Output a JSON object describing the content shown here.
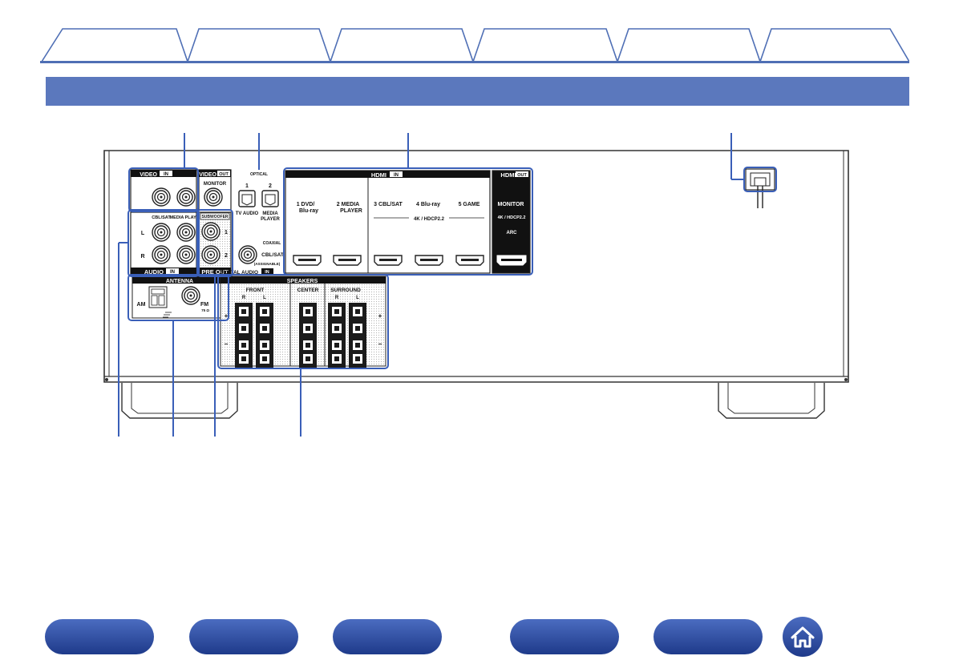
{
  "colors": {
    "accent": "#5b78bd",
    "tab_outline": "#4f6fb5",
    "callout_line": "#3a5fb8",
    "button_gradient_top": "#4b6cc0",
    "button_gradient_bottom": "#1e3a8a"
  },
  "tabs": [
    {
      "label": ""
    },
    {
      "label": ""
    },
    {
      "label": ""
    },
    {
      "label": ""
    },
    {
      "label": ""
    },
    {
      "label": ""
    }
  ],
  "header": {
    "title": ""
  },
  "panel": {
    "video_in": {
      "label": "VIDEO",
      "badge": "IN"
    },
    "video_out": {
      "label": "VIDEO",
      "badge": "OUT",
      "monitor": "MONITOR"
    },
    "audio_in": {
      "col1": "CBL/SAT",
      "col2": "MEDIA PLAYER",
      "left": "L",
      "right": "R",
      "label": "AUDIO",
      "badge": "IN"
    },
    "pre_out": {
      "subwoofer": "SUBWOOFER",
      "sw1": "1",
      "sw2": "2",
      "label": "PRE OUT"
    },
    "optical": {
      "title": "OPTICAL",
      "n1": "1",
      "n2": "2",
      "tv_audio": "TV AUDIO",
      "media_player_1": "MEDIA",
      "media_player_2": "PLAYER"
    },
    "coaxial": {
      "title": "COAXIAL",
      "cblsat": "CBL/SAT",
      "assignable": "(ASSIGNABLE)",
      "digital_audio": "DIGITAL AUDIO",
      "badge": "IN"
    },
    "hdmi_in": {
      "title": "HDMI",
      "badge": "IN",
      "ports": [
        {
          "line1": "1  DVD/",
          "line2": "Blu-ray"
        },
        {
          "line1": "2  MEDIA",
          "line2": "PLAYER"
        },
        {
          "line1": "3  CBL/SAT",
          "line2": ""
        },
        {
          "line1": "4  Blu-ray",
          "line2": ""
        },
        {
          "line1": "5  GAME",
          "line2": ""
        }
      ],
      "spec": "4K / HDCP2.2"
    },
    "hdmi_out": {
      "title": "HDMI",
      "badge": "OUT",
      "monitor": "MONITOR",
      "spec": "4K / HDCP2.2",
      "arc": "ARC"
    },
    "antenna": {
      "title": "ANTENNA",
      "am": "AM",
      "fm": "FM",
      "ohm": "75 Ω"
    },
    "speakers": {
      "title": "SPEAKERS",
      "front": "FRONT",
      "center": "CENTER",
      "surround": "SURROUND",
      "r": "R",
      "l": "L",
      "plus": "+",
      "minus": "−"
    }
  },
  "nav_buttons": [
    {
      "label": ""
    },
    {
      "label": ""
    },
    {
      "label": ""
    },
    {
      "label": ""
    },
    {
      "label": ""
    }
  ],
  "icons": {
    "home": "home-icon"
  }
}
